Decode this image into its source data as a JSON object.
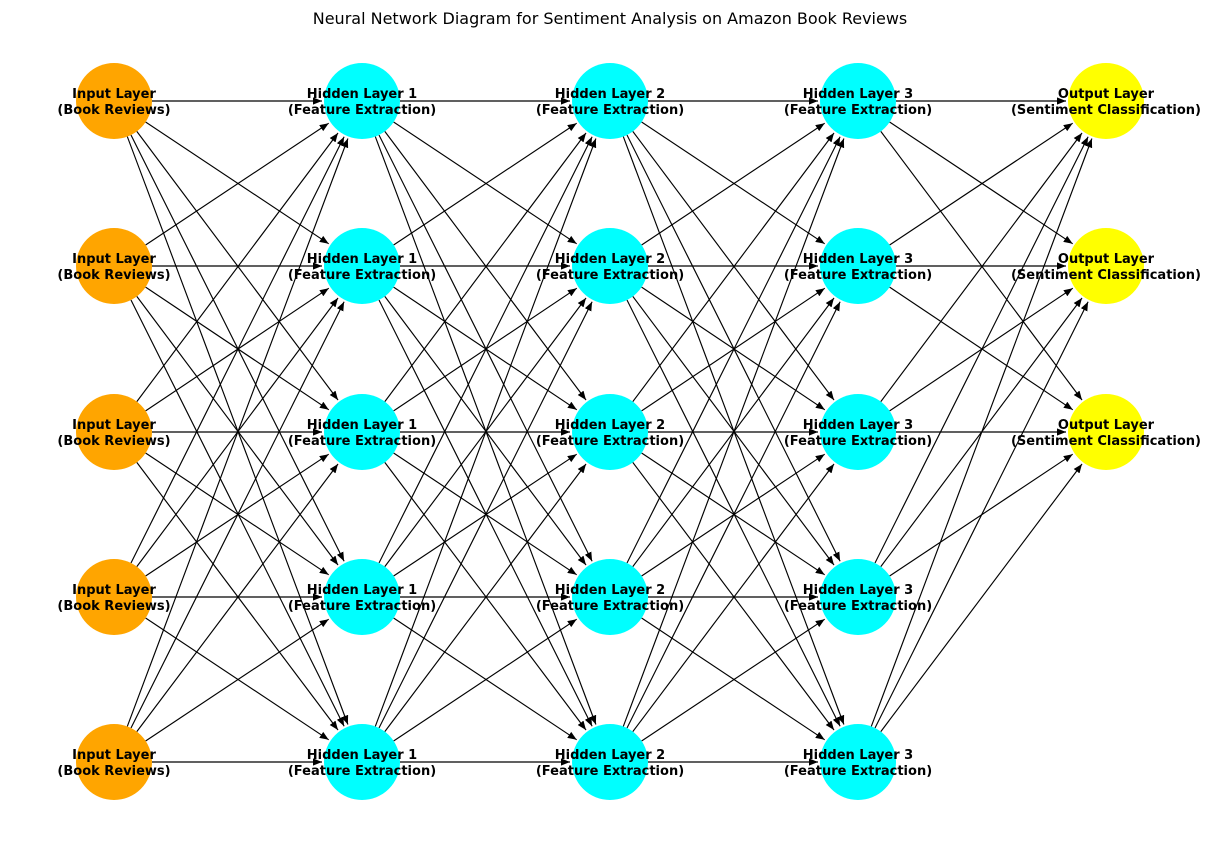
{
  "title": "Neural Network Diagram for Sentiment Analysis on Amazon Book Reviews",
  "layers": [
    {
      "id": "input",
      "name": "Input Layer",
      "sub": "(Book Reviews)",
      "count": 5,
      "color": "#ffa500"
    },
    {
      "id": "hidden1",
      "name": "Hidden Layer 1",
      "sub": "(Feature Extraction)",
      "count": 5,
      "color": "#00ffff"
    },
    {
      "id": "hidden2",
      "name": "Hidden Layer 2",
      "sub": "(Feature Extraction)",
      "count": 5,
      "color": "#00ffff"
    },
    {
      "id": "hidden3",
      "name": "Hidden Layer 3",
      "sub": "(Feature Extraction)",
      "count": 5,
      "color": "#00ffff"
    },
    {
      "id": "output",
      "name": "Output Layer",
      "sub": "(Sentiment Classification)",
      "count": 3,
      "color": "#ffff00"
    }
  ],
  "connectivity": "fully-connected",
  "edge_color": "#000000"
}
